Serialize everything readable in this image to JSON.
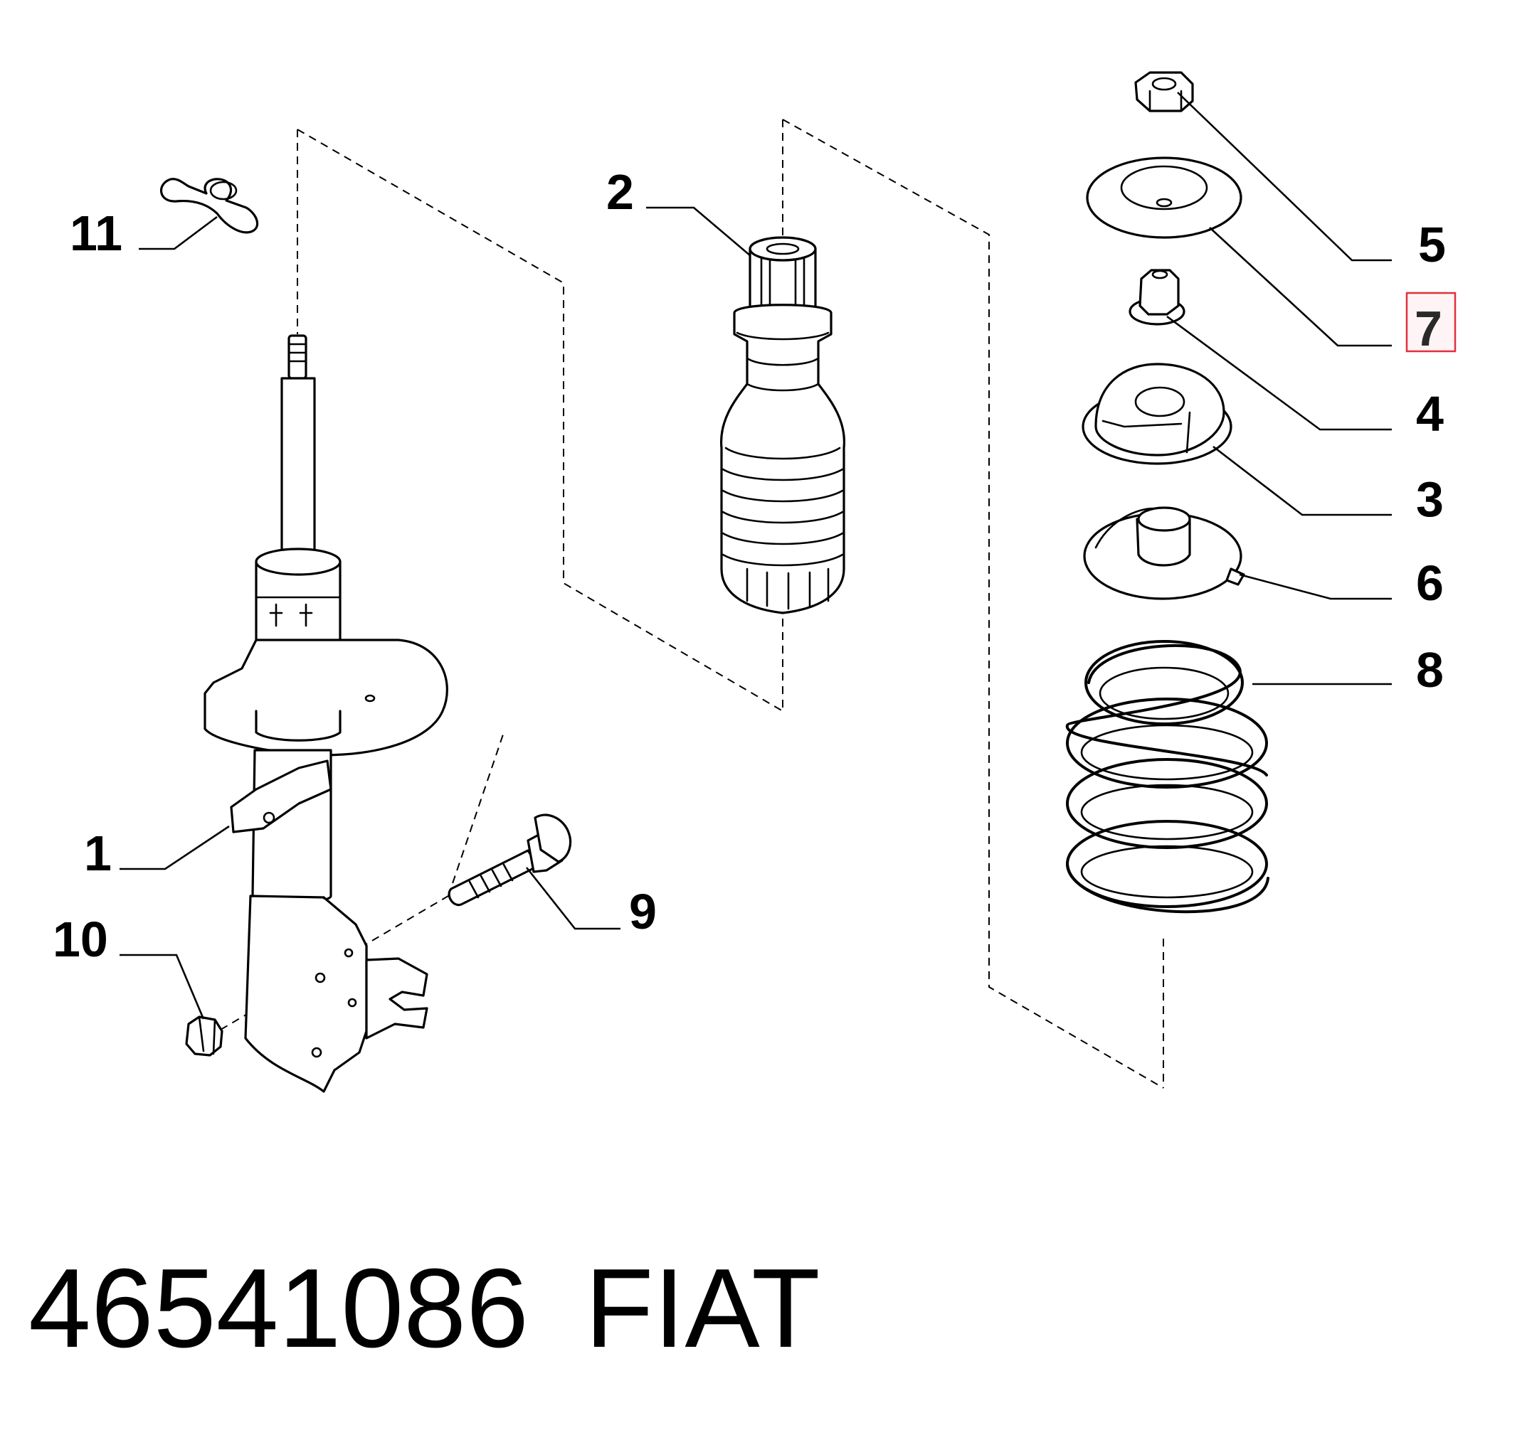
{
  "diagram": {
    "callouts": {
      "c1": "1",
      "c2": "2",
      "c3": "3",
      "c4": "4",
      "c5": "5",
      "c6": "6",
      "c7": "7",
      "c8": "8",
      "c9": "9",
      "c10": "10",
      "c11": "11"
    },
    "highlighted": "7",
    "highlight_color": "#e0303a",
    "ink_color": "#000000"
  },
  "footer": {
    "part_number": "46541086",
    "brand": "FIAT"
  }
}
